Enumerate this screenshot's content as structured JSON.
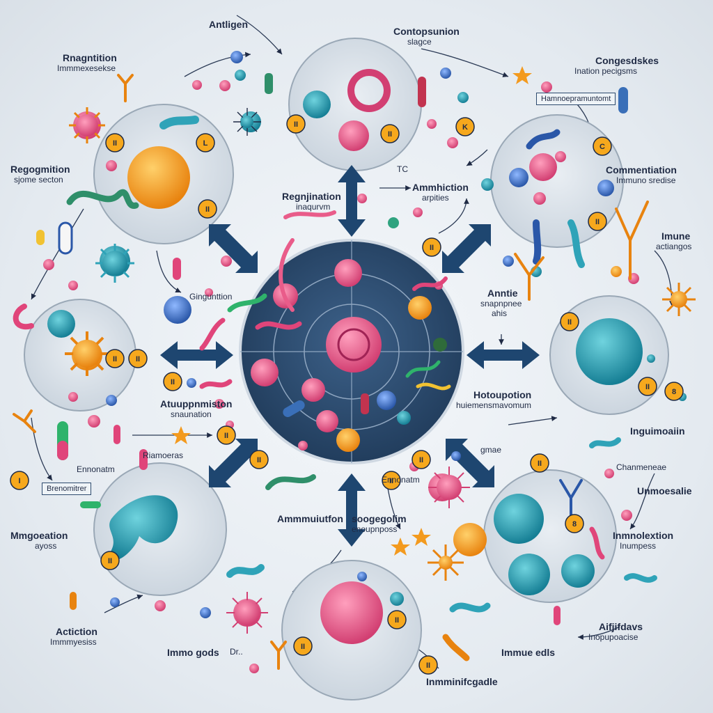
{
  "labels": {
    "antigen": "Antligen",
    "contopsunion": "Contopsunion",
    "contopsunion_sub": "slagce",
    "congesdskes": "Congesdskes",
    "congesdskes_sub": "Ination pecigsms",
    "hamnoepramuntomt": "Hamnoepramuntomt",
    "rnagntition": "Rnagntition",
    "rnagntition_sub": "Immmexesekse",
    "regogmition": "Regogmition",
    "regogmition_sub": "sjome secton",
    "regnjination": "Regnjination",
    "regnjination_sub": "inaqurvm",
    "tc": "TC",
    "ammhiction": "Ammhiction",
    "ammhiction_sub": "arpities",
    "compentiation": "Commentiation",
    "compentiation_sub": "Immuno sredise",
    "immune_actiangos": "Imune",
    "immune_actiangos_sub": "actiangos",
    "gingunttion": "Gingunttion",
    "anntie": "Anntie",
    "anntie_sub": "snapnpnee",
    "anntie_sub2": "ahis",
    "atuuppnmiston": "Atuuppnmiston",
    "atuuppnmiston_sub": "snaunation",
    "hotoupotion": "Hotoupotion",
    "hotoupotion_sub": "huiemensmavomum",
    "hotoupotion_sub2": "gmae",
    "inguimoaiin": "Inguimoaiin",
    "riamoeras": "Riamoeras",
    "ennonatm": "Ennonatm",
    "brenomitrer": "Brenomitrer",
    "unmoesalie": "Unmoesalie",
    "chanmeneae": "Chanmeneae",
    "mmgoeation": "Mmgoeation",
    "mmgoeation_sub": "ayoss",
    "ammmuiutfon": "Ammmuiutfon",
    "soogegolim": "soogegolim",
    "soogegolim_sub": "enoupnposs",
    "inmnolextion": "Inmnolextion",
    "inmnolextion_sub": "Inumpess",
    "actiction": "Actiction",
    "actiction_sub": "Immmyesiss",
    "immo_gods": "Immo gods",
    "dr": "Dr..",
    "immue_edls": "Immue edls",
    "aifjifdavs": "Aifjifdavs",
    "aifjifdavs_sub": "Inopupoacise",
    "imnmifcgadle": "Inmminifcgadle"
  },
  "colors": {
    "arrow": "#1e4670",
    "center_fill": "#2a4a6b",
    "cell_orange": "#f39a1e",
    "cell_pink": "#e95c8a",
    "cell_teal": "#2fa3b8",
    "cell_blue": "#3a6fb8",
    "badge": "#f6a81d"
  }
}
